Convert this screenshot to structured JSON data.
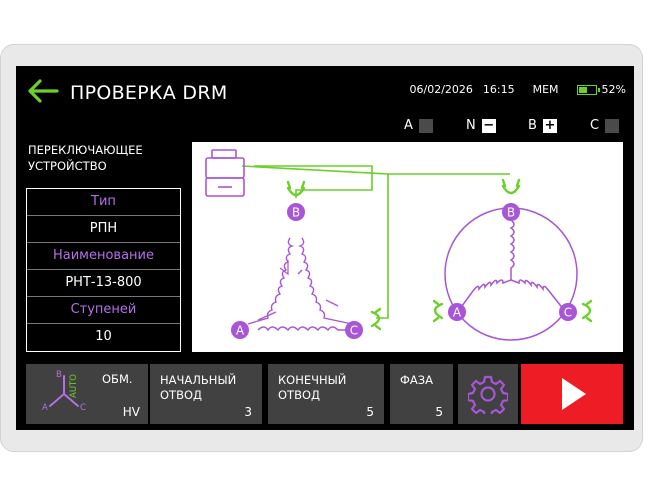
{
  "header": {
    "title": "ПРОВЕРКА DRM",
    "date": "06/02/2026",
    "time": "16:15",
    "mem_label": "MEM",
    "battery_percent": "52%",
    "battery_level": 0.52
  },
  "phases": [
    {
      "label": "A",
      "state": ""
    },
    {
      "label": "N",
      "state": "−"
    },
    {
      "label": "B",
      "state": "+"
    },
    {
      "label": "C",
      "state": ""
    }
  ],
  "switching_device": {
    "caption_line1": "ПЕРЕКЛЮЧАЮЩЕЕ",
    "caption_line2": "УСТРОЙСТВО",
    "type_label": "Тип",
    "type_value": "РПН",
    "name_label": "Наименование",
    "name_value": "РНТ-13-800",
    "steps_label": "Ступеней",
    "steps_value": "10"
  },
  "diagram": {
    "delta_nodes": [
      "A",
      "B",
      "C"
    ],
    "star_nodes": [
      "A",
      "B",
      "C"
    ]
  },
  "bottom_bar": {
    "winding": {
      "label": "ОБМ.",
      "value": "HV",
      "icon_letters": [
        "A",
        "B",
        "C"
      ],
      "auto_label": "AUTO"
    },
    "start_tap": {
      "label_line1": "НАЧАЛЬНЫЙ",
      "label_line2": "ОТВОД",
      "value": "3"
    },
    "end_tap": {
      "label_line1": "КОНЕЧНЫЙ",
      "label_line2": "ОТВОД",
      "value": "5"
    },
    "phase": {
      "label": "ФАЗА",
      "value": "5"
    }
  },
  "colors": {
    "accent_green": "#6ccf2a",
    "accent_purple": "#b46ee8",
    "diagram_purple": "#a855d6",
    "play_red": "#ee1c24",
    "tile_gray": "#414141"
  },
  "icons": [
    "back-arrow-icon",
    "battery-icon",
    "toolbox-icon",
    "clamp-icon",
    "gear-icon",
    "play-icon"
  ]
}
